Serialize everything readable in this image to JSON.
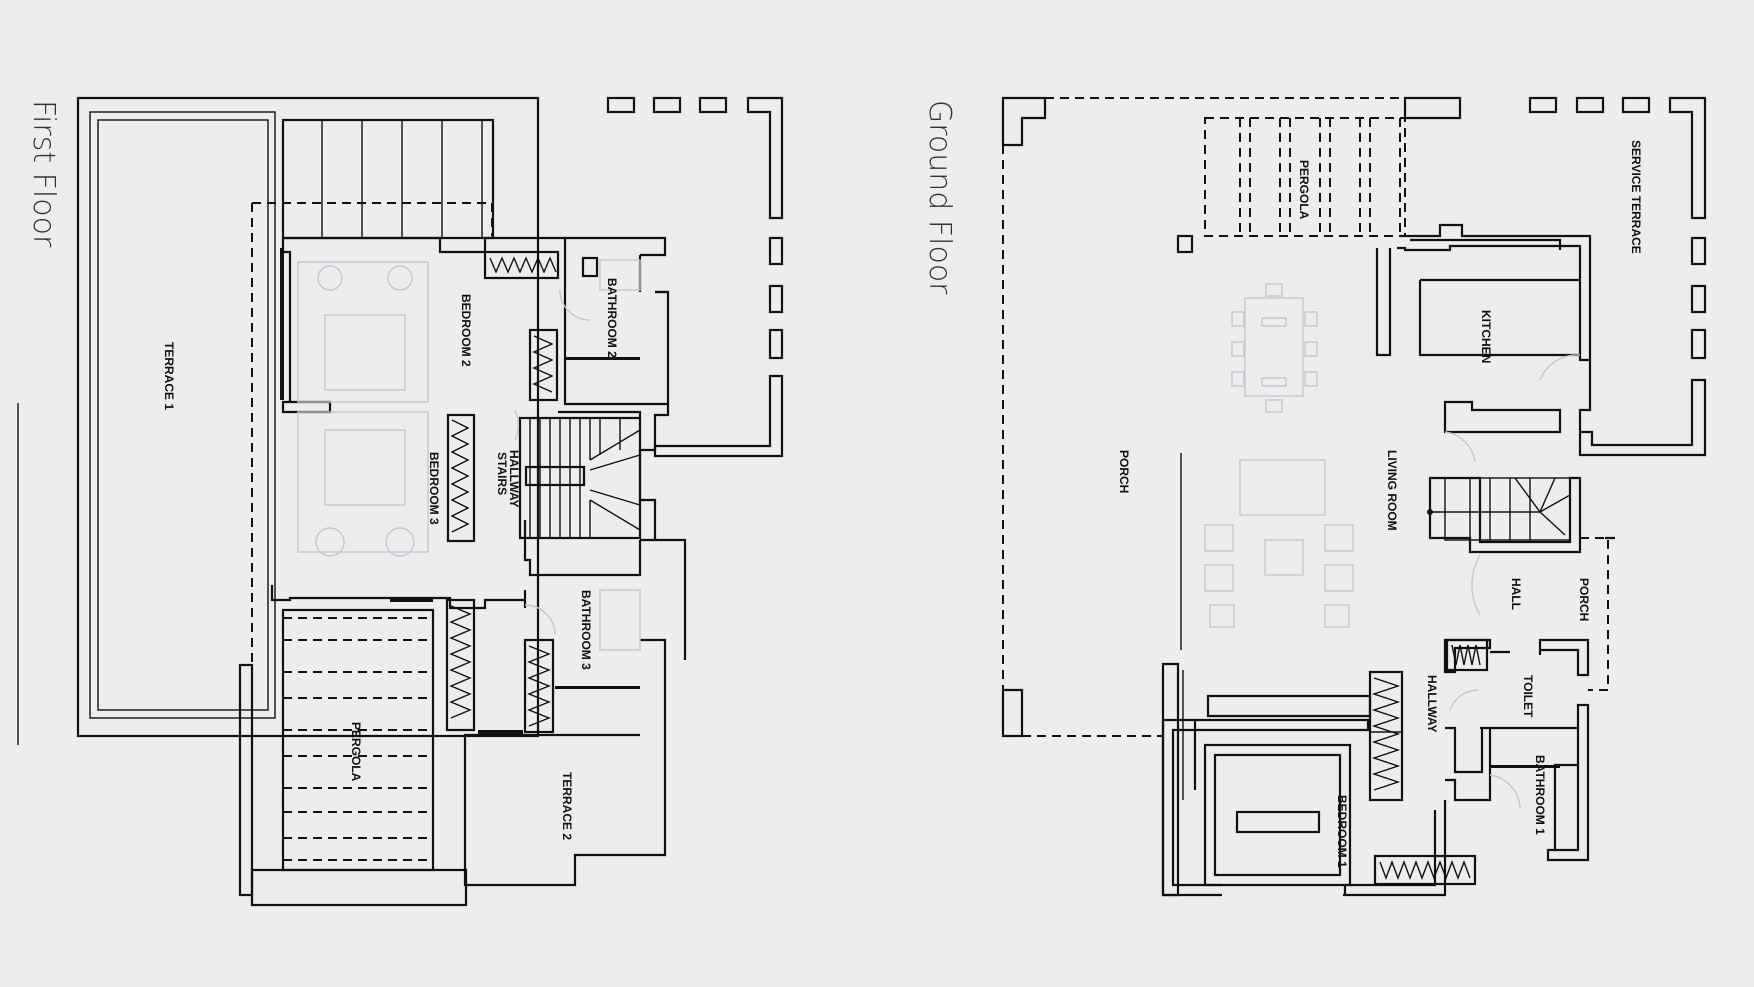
{
  "titles": {
    "first_floor": "First Floor",
    "ground_floor": "Ground Floor"
  },
  "first_floor_rooms": {
    "terrace1": "TERRACE 1",
    "bedroom2": "BEDROOM 2",
    "bathroom2": "BATHROOM 2",
    "bedroom3": "BEDROOM 3",
    "hallway": "HALLWAY",
    "stairs": "STAIRS",
    "bathroom3": "BATHROOM 3",
    "pergola": "PERGOLA",
    "terrace2": "TERRACE 2"
  },
  "ground_floor_rooms": {
    "pergola": "PERGOLA",
    "service_terrace": "SERVICE TERRACE",
    "kitchen": "KITCHEN",
    "porch_main": "PORCH",
    "living_room": "LIVING ROOM",
    "hall": "HALL",
    "porch_entry": "PORCH",
    "toilet": "TOILET",
    "hallway": "HALLWAY",
    "bedroom1": "BEDROOM 1",
    "bathroom1": "BATHROOM 1"
  }
}
